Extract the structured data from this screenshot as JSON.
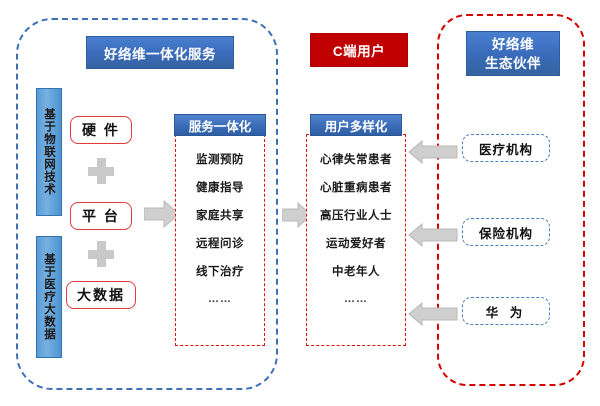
{
  "diagram": {
    "left_group": {
      "title": "好络维一体化服务",
      "foundations": [
        {
          "label": "基于物联网技术"
        },
        {
          "label": "基于医疗大数据"
        }
      ],
      "components": [
        {
          "label": "硬 件"
        },
        {
          "label": "平 台"
        },
        {
          "label": "大数据"
        }
      ],
      "operators": [
        {
          "label": "+"
        },
        {
          "label": "+"
        }
      ],
      "service_panel": {
        "header": "服务一体化",
        "items": [
          "监测预防",
          "健康指导",
          "家庭共享",
          "远程问诊",
          "线下治疗",
          "……"
        ]
      }
    },
    "center_group": {
      "title": "C端用户",
      "user_panel": {
        "header": "用户多样化",
        "items": [
          "心律失常患者",
          "心脏重病患者",
          "高压行业人士",
          "运动爱好者",
          "中老年人",
          "……"
        ]
      }
    },
    "right_group": {
      "title_line1": "好络维",
      "title_line2": "生态伙伴",
      "partners": [
        {
          "label": "医疗机构"
        },
        {
          "label": "保险机构"
        },
        {
          "label": "华 为"
        }
      ]
    },
    "arrows": [
      {
        "name": "platform-to-service",
        "direction": "right"
      },
      {
        "name": "service-to-user",
        "direction": "right"
      },
      {
        "name": "medical-to-user",
        "direction": "left"
      },
      {
        "name": "insurance-to-user",
        "direction": "left"
      },
      {
        "name": "huawei-to-user",
        "direction": "left"
      }
    ],
    "colors": {
      "banner_blue": "#3a6cbc",
      "banner_red": "#c00000",
      "bar_blue": "#5b9bd5",
      "pill_border_red": "#e03c3c",
      "panel_dash_red": "#e01010",
      "container_dash_blue": "#3f6fb5",
      "container_dash_red": "#d40000",
      "arrow_grey": "#cfcfcf"
    }
  }
}
